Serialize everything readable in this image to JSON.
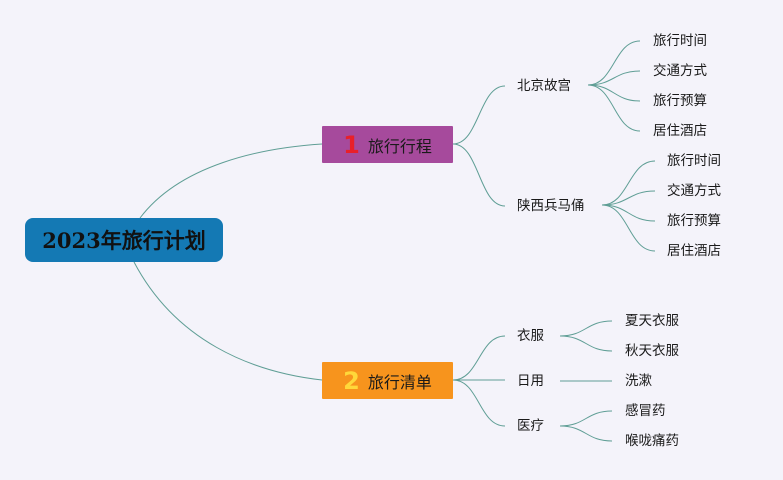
{
  "colors": {
    "root": "#1479b4",
    "branch1": "#a64a9c",
    "branch2": "#f7941d",
    "badge1": "#e8202a",
    "badge2": "#ffd83a",
    "line": "#5f9e95"
  },
  "root": {
    "title": "2023年旅行计划"
  },
  "branches": [
    {
      "badge": "1",
      "label": "旅行行程",
      "children": [
        {
          "label": "北京故宫",
          "items": [
            "旅行时间",
            "交通方式",
            "旅行预算",
            "居住酒店"
          ]
        },
        {
          "label": "陕西兵马俑",
          "items": [
            "旅行时间",
            "交通方式",
            "旅行预算",
            "居住酒店"
          ]
        }
      ]
    },
    {
      "badge": "2",
      "label": "旅行清单",
      "children": [
        {
          "label": "衣服",
          "items": [
            "夏天衣服",
            "秋天衣服"
          ]
        },
        {
          "label": "日用",
          "items": [
            "洗漱"
          ]
        },
        {
          "label": "医疗",
          "items": [
            "感冒药",
            "喉咙痛药"
          ]
        }
      ]
    }
  ]
}
